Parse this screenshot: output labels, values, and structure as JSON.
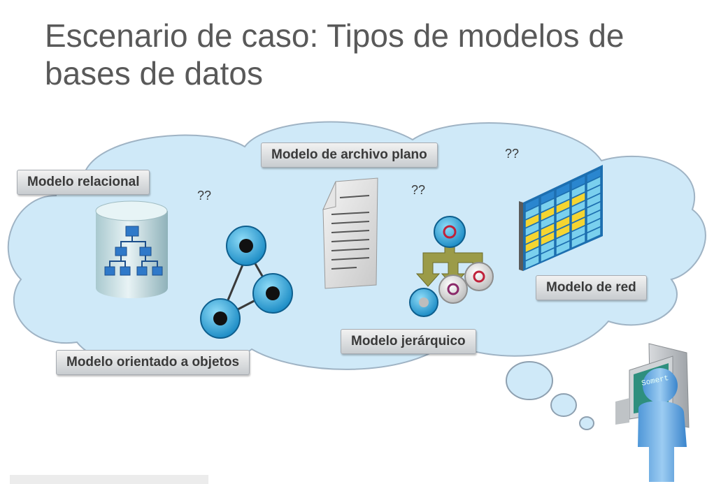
{
  "title": "Escenario de caso: Tipos de modelos de bases de datos",
  "labels": {
    "flat": "Modelo de archivo plano",
    "relational": "Modelo relacional",
    "object": "Modelo orientado a objetos",
    "hierarchical": "Modelo jerárquico",
    "network": "Modelo de red"
  },
  "questions": [
    "??",
    "??",
    "??"
  ],
  "screen_text": "Somert",
  "icons": {
    "database": "database-icon",
    "document": "document-icon",
    "object_graph": "object-graph-icon",
    "hierarchy": "hierarchy-icon",
    "table": "table-grid-icon",
    "user": "user-at-computer-icon"
  },
  "colors": {
    "cloud_fill": "#cfe9f8",
    "cloud_stroke": "#9fb3c4",
    "node_blue": "#2aaee2",
    "title": "#595959"
  }
}
